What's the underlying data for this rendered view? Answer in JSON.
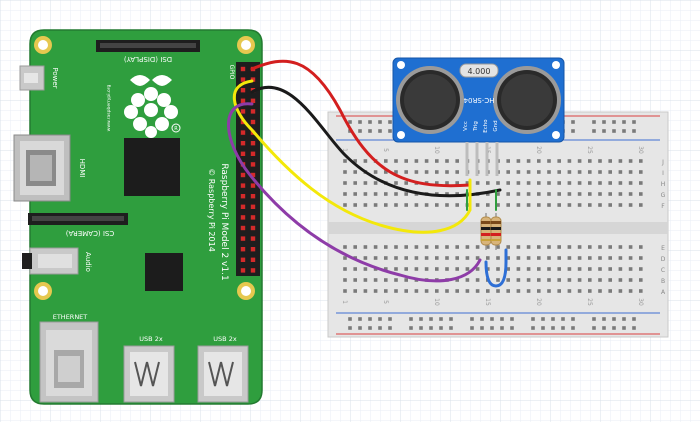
{
  "pi": {
    "model": "Raspberry Pi Model 2 v1.1",
    "copyright": "© Raspberry Pi 2014",
    "power": "Power",
    "hdmi": "HDMI",
    "dsi": "DSI (DISPLAY)",
    "csi": "CSI (CAMERA)",
    "audio": "Audio",
    "ethernet": "ETHERNET",
    "usb_left": "USB 2x",
    "usb_right": "USB 2x",
    "gpio": "GPIO",
    "url": "www.raspberrypi.org",
    "board_color": "#2f9e3e"
  },
  "sensor": {
    "crystal": "4.000",
    "name": "HC-SR04",
    "pins": [
      "Vcc",
      "Trig",
      "Echo",
      "Gnd"
    ],
    "board_color": "#1f6fd1"
  },
  "breadboard": {
    "row_letters_top": [
      "J",
      "I",
      "H",
      "G",
      "F"
    ],
    "row_letters_bottom": [
      "E",
      "D",
      "C",
      "B",
      "A"
    ],
    "column_labels": [
      "1",
      "5",
      "10",
      "15",
      "20",
      "25",
      "30"
    ]
  },
  "wires": [
    {
      "name": "power-wire",
      "color": "#d31f1f"
    },
    {
      "name": "ground-wire",
      "color": "#1a1a1a"
    },
    {
      "name": "trigger-wire",
      "color": "#f3e80a"
    },
    {
      "name": "echo-wire",
      "color": "#8e3ca8"
    }
  ],
  "resistors": [
    {
      "name": "resistor-1"
    },
    {
      "name": "resistor-2"
    }
  ]
}
